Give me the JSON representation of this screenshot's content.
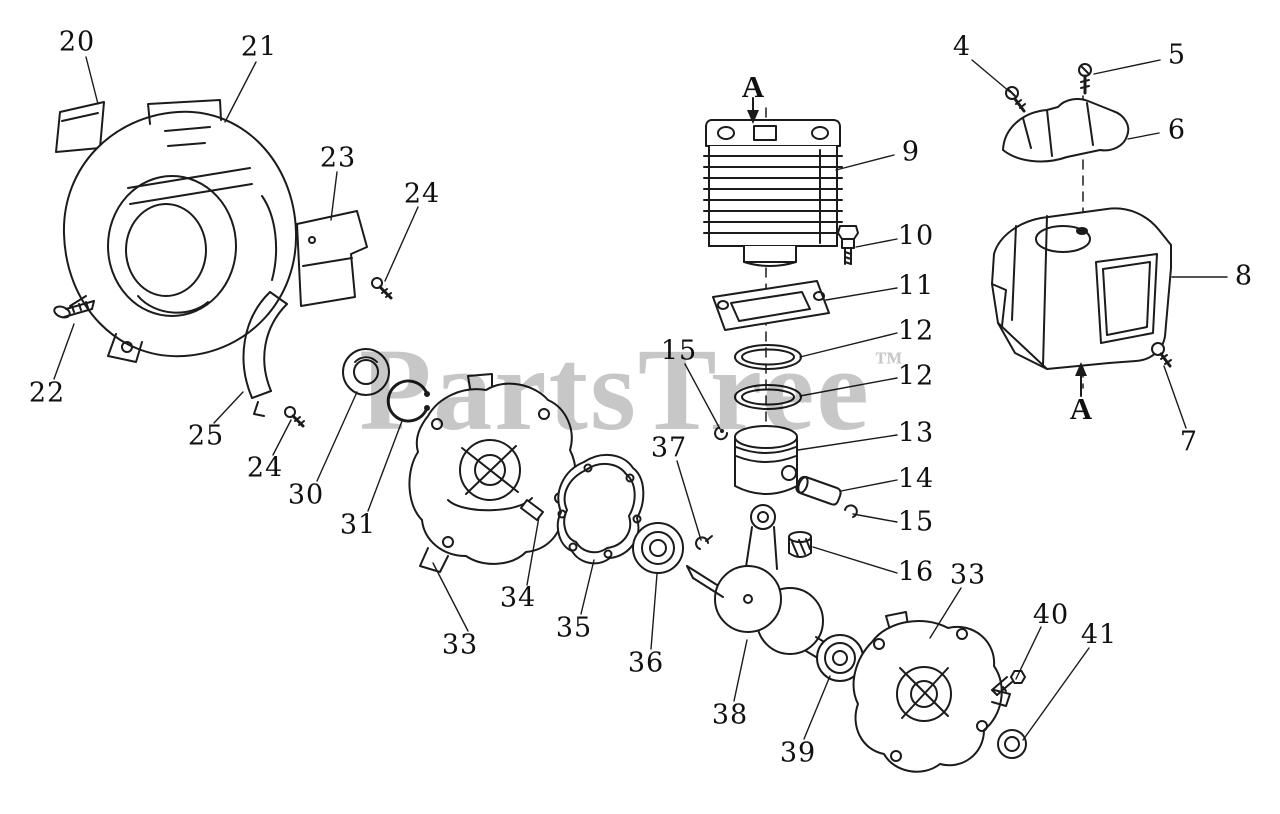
{
  "watermark": {
    "text": "PartsTree",
    "tm": "™"
  },
  "section_labels": {
    "top": "A",
    "bottom": "A"
  },
  "callouts": [
    {
      "label": "20"
    },
    {
      "label": "21"
    },
    {
      "label": "23"
    },
    {
      "label": "24"
    },
    {
      "label": "4"
    },
    {
      "label": "5"
    },
    {
      "label": "6"
    },
    {
      "label": "9"
    },
    {
      "label": "10"
    },
    {
      "label": "8"
    },
    {
      "label": "11"
    },
    {
      "label": "12"
    },
    {
      "label": "12"
    },
    {
      "label": "15"
    },
    {
      "label": "13"
    },
    {
      "label": "22"
    },
    {
      "label": "25"
    },
    {
      "label": "24"
    },
    {
      "label": "30"
    },
    {
      "label": "31"
    },
    {
      "label": "37"
    },
    {
      "label": "14"
    },
    {
      "label": "15"
    },
    {
      "label": "7"
    },
    {
      "label": "16"
    },
    {
      "label": "34"
    },
    {
      "label": "35"
    },
    {
      "label": "33"
    },
    {
      "label": "36"
    },
    {
      "label": "33"
    },
    {
      "label": "40"
    },
    {
      "label": "41"
    },
    {
      "label": "38"
    },
    {
      "label": "39"
    }
  ]
}
